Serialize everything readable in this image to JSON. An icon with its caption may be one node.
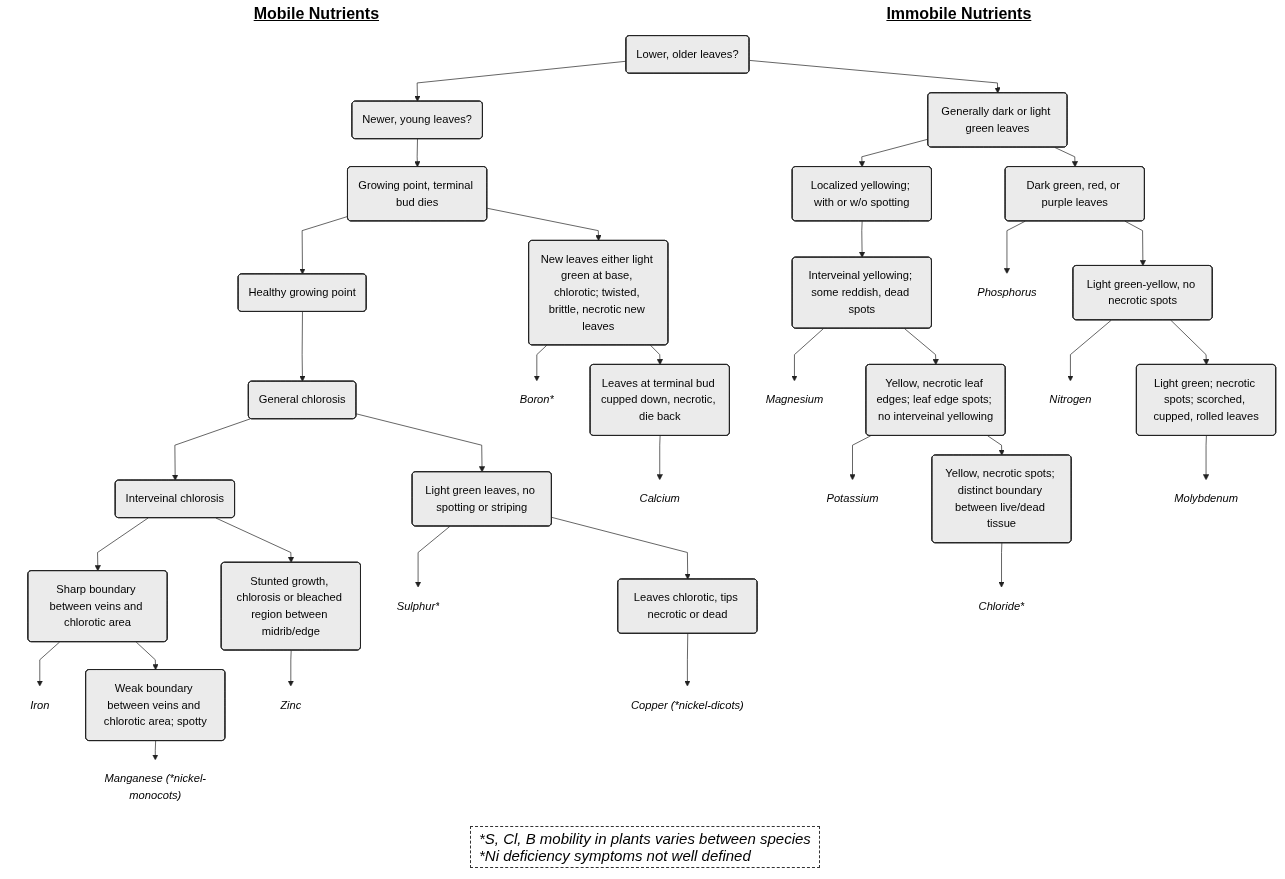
{
  "diagram": {
    "nodes": [
      {
        "text": [
          "Lower, older leaves?"
        ]
      },
      {
        "text": [
          "Newer, young leaves?"
        ]
      },
      {
        "text": [
          "Generally dark or light green leaves"
        ]
      },
      {
        "text": [
          "Localized yellowing; with or w/o spotting"
        ]
      },
      {
        "text": [
          "Growing point, terminal bud dies"
        ]
      },
      {
        "text": [
          "Healthy growing point"
        ]
      },
      {
        "text": [
          "Interveinal chlorosis"
        ]
      },
      {
        "text": [
          "Dark green, red, or purple leaves"
        ]
      },
      {
        "text": [
          "Interveinal yellowing; some reddish, dead spots"
        ]
      },
      {
        "text": [
          "New leaves either light green at base, chlorotic; twisted, brittle, necrotic new leaves"
        ]
      },
      {
        "text": [
          "General chlorosis"
        ]
      },
      {
        "text": [
          "Sharp boundary between veins and chlorotic area"
        ]
      },
      {
        "text": [
          "Phosphorus"
        ]
      },
      {
        "text": [
          "Light green-yellow, no necrotic spots"
        ]
      },
      {
        "text": [
          "Magnesium"
        ]
      },
      {
        "text": [
          "Yellow, necrotic leaf edges; leaf edge spots; no interveinal yellowing"
        ]
      },
      {
        "text": [
          "Boron*"
        ]
      },
      {
        "text": [
          "Leaves at terminal bud cupped down, necrotic, die back"
        ]
      },
      {
        "text": [
          "Light green leaves, no spotting or striping"
        ]
      },
      {
        "text": [
          "Iron"
        ]
      },
      {
        "text": [
          "Weak boundary between veins and chlorotic area; spotty"
        ]
      },
      {
        "text": [
          "Nitrogen"
        ]
      },
      {
        "text": [
          "Light green; necrotic spots; scorched, cupped, rolled leaves"
        ]
      },
      {
        "text": [
          "Potassium"
        ]
      },
      {
        "text": [
          "Sulphur*"
        ]
      },
      {
        "text": [
          "Leaves chlorotic, tips necrotic or dead"
        ]
      },
      {
        "text": [
          "Calcium"
        ]
      },
      {
        "text": [
          "Yellow, necrotic spots; distinct boundary between live/dead tissue"
        ]
      },
      {
        "text": [
          "Molybdenum"
        ]
      },
      {
        "text": [
          "Copper (*nickel-dicots)"
        ]
      },
      {
        "text": [
          "Manganese (*nickel-monocots)"
        ]
      },
      {
        "text": [
          "Chloride*"
        ]
      },
      {
        "text": [
          "Stunted growth, chlorosis or bleached region between midrib/edge"
        ]
      },
      {
        "text": [
          "Zinc"
        ]
      }
    ],
    "edges": [
      {
        "from": 0,
        "to": 1,
        "arrow": "to"
      },
      {
        "from": 0,
        "to": 2,
        "arrow": "to"
      },
      {
        "from": 2,
        "to": 3,
        "arrow": "to"
      },
      {
        "from": 2,
        "to": 7,
        "arrow": "to"
      },
      {
        "from": 3,
        "to": 8,
        "arrow": "to"
      },
      {
        "from": 1,
        "to": 4,
        "arrow": "to"
      },
      {
        "from": 4,
        "to": 5,
        "arrow": "to"
      },
      {
        "from": 4,
        "to": 9,
        "arrow": "to"
      },
      {
        "from": 5,
        "to": 10,
        "arrow": "to"
      },
      {
        "from": 10,
        "to": 6,
        "arrow": "to"
      },
      {
        "from": 6,
        "to": 11,
        "arrow": "to"
      },
      {
        "from": 6,
        "to": 32,
        "arrow": "to"
      },
      {
        "from": 10,
        "to": 18,
        "arrow": "to"
      },
      {
        "from": 7,
        "to": 12,
        "arrow": "to"
      },
      {
        "from": 7,
        "to": 13,
        "arrow": "to"
      },
      {
        "from": 13,
        "to": 21,
        "arrow": "to"
      },
      {
        "from": 13,
        "to": 22,
        "arrow": "to"
      },
      {
        "from": 22,
        "to": 28,
        "arrow": "to"
      },
      {
        "from": 8,
        "to": 14,
        "arrow": "to"
      },
      {
        "from": 8,
        "to": 15,
        "arrow": "to"
      },
      {
        "from": 15,
        "to": 23,
        "arrow": "to"
      },
      {
        "from": 15,
        "to": 27,
        "arrow": "to"
      },
      {
        "from": 27,
        "to": 31,
        "arrow": "to"
      },
      {
        "from": 9,
        "to": 16,
        "arrow": "to"
      },
      {
        "from": 9,
        "to": 17,
        "arrow": "to"
      },
      {
        "from": 17,
        "to": 26,
        "arrow": "to"
      },
      {
        "from": 18,
        "to": 24,
        "arrow": "to"
      },
      {
        "from": 18,
        "to": 25,
        "arrow": "to"
      },
      {
        "from": 25,
        "to": 29,
        "arrow": "to"
      },
      {
        "from": 11,
        "to": 19,
        "arrow": "to"
      },
      {
        "from": 11,
        "to": 20,
        "arrow": "to"
      },
      {
        "from": 20,
        "to": 30,
        "arrow": "to"
      },
      {
        "from": 32,
        "to": 33,
        "arrow": "to"
      }
    ],
    "labels": [
      "Mobile Nutrients",
      "Immobile Nutrients",
      "*S, Cl, B mobility in plants varies between species",
      "*Ni deficiency symptoms not well defined"
    ]
  }
}
